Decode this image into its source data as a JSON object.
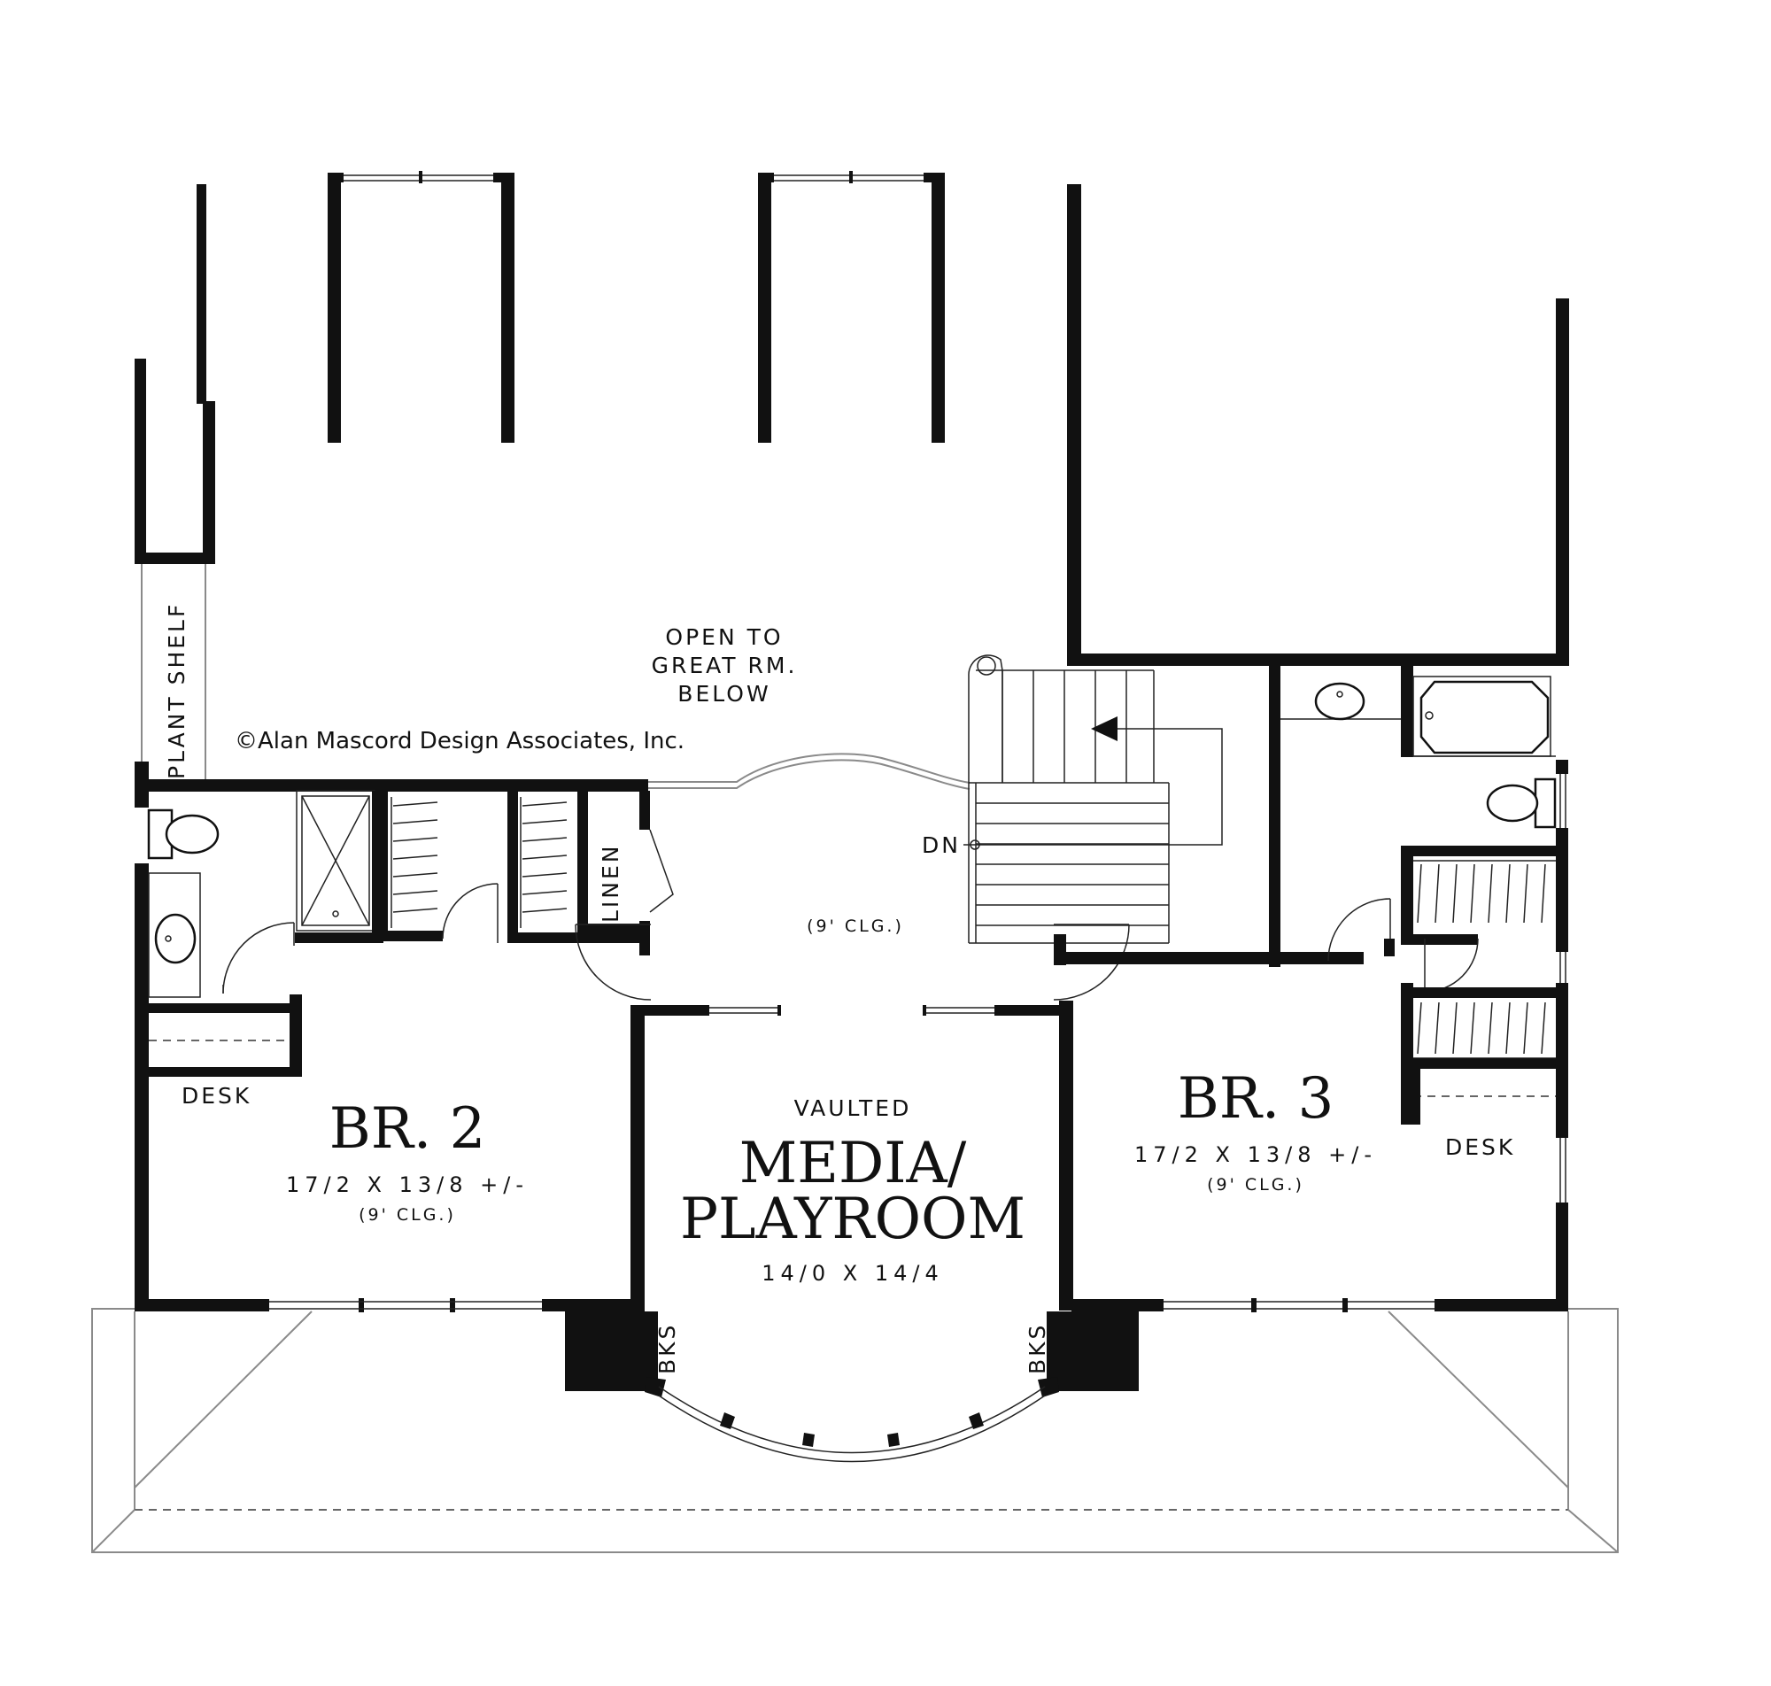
{
  "copyright": "©Alan Mascord Design Associates, Inc.",
  "labels": {
    "open_to_line1": "OPEN TO",
    "open_to_line2": "GREAT RM.",
    "open_to_line3": "BELOW",
    "plant_shelf": "PLANT SHELF",
    "linen": "LINEN",
    "dn": "DN",
    "hall_ceiling": "(9' CLG.)",
    "bks_left": "BKS",
    "bks_right": "BKS"
  },
  "rooms": {
    "br2": {
      "name": "BR. 2",
      "size": "17/2 X 13/8 +/-",
      "ceiling": "(9' CLG.)",
      "desk": "DESK"
    },
    "br3": {
      "name": "BR. 3",
      "size": "17/2 X 13/8 +/-",
      "ceiling": "(9' CLG.)",
      "desk": "DESK"
    },
    "media": {
      "vaulted": "VAULTED",
      "name_line1": "MEDIA/",
      "name_line2": "PLAYROOM",
      "size": "14/0 X 14/4"
    }
  }
}
